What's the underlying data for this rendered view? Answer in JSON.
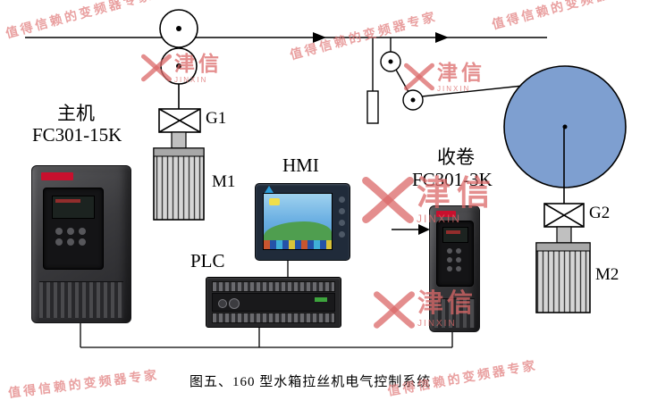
{
  "labels": {
    "main_drive_name": "主机",
    "main_drive_model": "FC301-15K",
    "gearbox1": "G1",
    "motor1": "M1",
    "hmi": "HMI",
    "plc": "PLC",
    "winder_name": "收卷",
    "winder_model": "FC301-3K",
    "gearbox2": "G2",
    "motor2": "M2"
  },
  "caption": "图五、160 型水箱拉丝机电气控制系统",
  "watermark": {
    "slogan": "值得信赖的变频器专家",
    "brand": "津信",
    "brand_en": "JINXIN"
  },
  "colors": {
    "spool_fill": "#7e9fd0",
    "danfoss_red": "#c8102e",
    "watermark_pink": "#e08a8a"
  }
}
